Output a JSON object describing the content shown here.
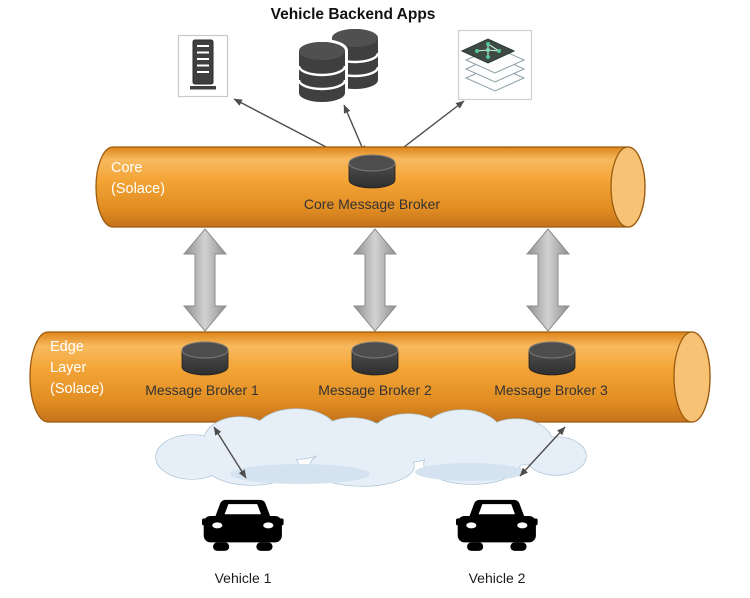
{
  "title": "Vehicle Backend Apps",
  "backend_apps": {
    "icons": [
      "server",
      "database",
      "data-layers-network"
    ]
  },
  "core": {
    "layer_label": "Core\n(Solace)",
    "broker_label": "Core Message Broker"
  },
  "edge": {
    "layer_label": "Edge\nLayer\n(Solace)",
    "brokers": [
      "Message Broker 1",
      "Message Broker 2",
      "Message Broker 3"
    ]
  },
  "vehicles": [
    "Vehicle 1",
    "Vehicle 2"
  ],
  "colors": {
    "cylinder_fill": "#F2A12F",
    "cylinder_stroke": "#9A5B10",
    "cylinder_cap_fill": "#F7C274",
    "disk_dark": "#3F3F3F",
    "block_arrow_gray": "#ABABAB",
    "thin_arrow": "#4D4D4D",
    "cloud_fill": "#E6EFF7",
    "cloud_stroke": "#A8C2D4",
    "label_white": "#FFFFFF",
    "label_dark": "#333333"
  }
}
